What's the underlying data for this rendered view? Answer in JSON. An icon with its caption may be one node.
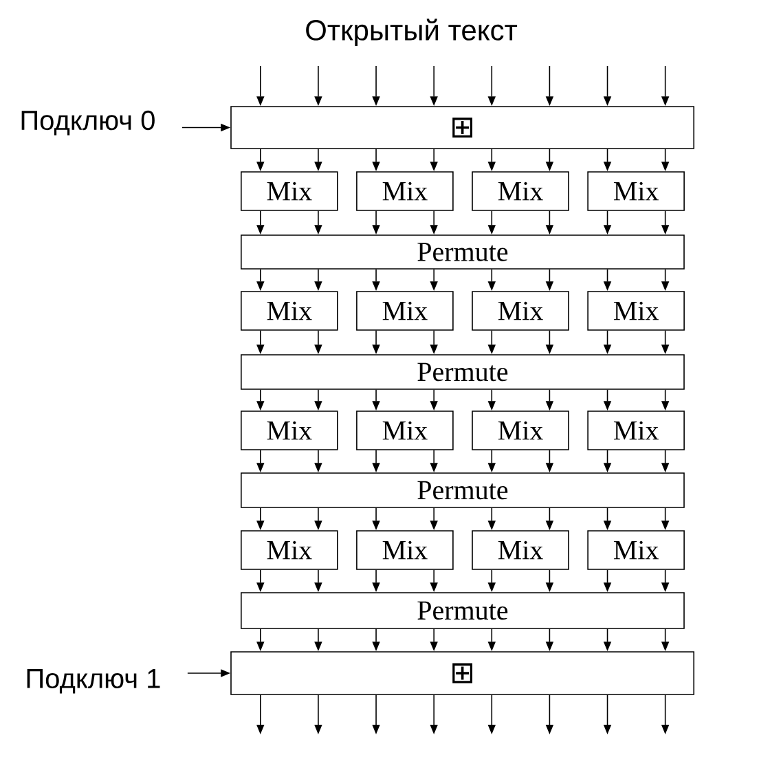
{
  "diagram": {
    "title": "Открытый текст",
    "nodes": [
      {
        "text": [
          "Подключ 0"
        ]
      },
      {
        "text": [
          "⊞"
        ]
      },
      {
        "text": [
          "Mix"
        ]
      },
      {
        "text": [
          "Mix"
        ]
      },
      {
        "text": [
          "Mix"
        ]
      },
      {
        "text": [
          "Mix"
        ]
      },
      {
        "text": [
          "Permute"
        ]
      },
      {
        "text": [
          "Mix"
        ]
      },
      {
        "text": [
          "Mix"
        ]
      },
      {
        "text": [
          "Mix"
        ]
      },
      {
        "text": [
          "Mix"
        ]
      },
      {
        "text": [
          "Permute"
        ]
      },
      {
        "text": [
          "Mix"
        ]
      },
      {
        "text": [
          "Mix"
        ]
      },
      {
        "text": [
          "Mix"
        ]
      },
      {
        "text": [
          "Mix"
        ]
      },
      {
        "text": [
          "Permute"
        ]
      },
      {
        "text": [
          "Mix"
        ]
      },
      {
        "text": [
          "Mix"
        ]
      },
      {
        "text": [
          "Mix"
        ]
      },
      {
        "text": [
          "Mix"
        ]
      },
      {
        "text": [
          "Permute"
        ]
      },
      {
        "text": [
          "Подключ 1"
        ]
      },
      {
        "text": [
          "⊞"
        ]
      }
    ],
    "edges": [
      {
        "from": null,
        "to": 1,
        "arrow": "to"
      },
      {
        "from": null,
        "to": 1,
        "arrow": "to"
      },
      {
        "from": null,
        "to": 1,
        "arrow": "to"
      },
      {
        "from": null,
        "to": 1,
        "arrow": "to"
      },
      {
        "from": null,
        "to": 1,
        "arrow": "to"
      },
      {
        "from": null,
        "to": 1,
        "arrow": "to"
      },
      {
        "from": null,
        "to": 1,
        "arrow": "to"
      },
      {
        "from": null,
        "to": 1,
        "arrow": "to"
      },
      {
        "from": 0,
        "to": 1,
        "arrow": "to"
      },
      {
        "from": 1,
        "to": 2,
        "arrow": "to"
      },
      {
        "from": 1,
        "to": 2,
        "arrow": "to"
      },
      {
        "from": 1,
        "to": 3,
        "arrow": "to"
      },
      {
        "from": 1,
        "to": 3,
        "arrow": "to"
      },
      {
        "from": 1,
        "to": 4,
        "arrow": "to"
      },
      {
        "from": 1,
        "to": 4,
        "arrow": "to"
      },
      {
        "from": 1,
        "to": 5,
        "arrow": "to"
      },
      {
        "from": 1,
        "to": 5,
        "arrow": "to"
      },
      {
        "from": 2,
        "to": 6,
        "arrow": "to"
      },
      {
        "from": 2,
        "to": 6,
        "arrow": "to"
      },
      {
        "from": 3,
        "to": 6,
        "arrow": "to"
      },
      {
        "from": 3,
        "to": 6,
        "arrow": "to"
      },
      {
        "from": 4,
        "to": 6,
        "arrow": "to"
      },
      {
        "from": 4,
        "to": 6,
        "arrow": "to"
      },
      {
        "from": 5,
        "to": 6,
        "arrow": "to"
      },
      {
        "from": 5,
        "to": 6,
        "arrow": "to"
      },
      {
        "from": 6,
        "to": 7,
        "arrow": "to"
      },
      {
        "from": 6,
        "to": 7,
        "arrow": "to"
      },
      {
        "from": 6,
        "to": 8,
        "arrow": "to"
      },
      {
        "from": 6,
        "to": 8,
        "arrow": "to"
      },
      {
        "from": 6,
        "to": 9,
        "arrow": "to"
      },
      {
        "from": 6,
        "to": 9,
        "arrow": "to"
      },
      {
        "from": 6,
        "to": 10,
        "arrow": "to"
      },
      {
        "from": 6,
        "to": 10,
        "arrow": "to"
      },
      {
        "from": 7,
        "to": 11,
        "arrow": "to"
      },
      {
        "from": 7,
        "to": 11,
        "arrow": "to"
      },
      {
        "from": 8,
        "to": 11,
        "arrow": "to"
      },
      {
        "from": 8,
        "to": 11,
        "arrow": "to"
      },
      {
        "from": 9,
        "to": 11,
        "arrow": "to"
      },
      {
        "from": 9,
        "to": 11,
        "arrow": "to"
      },
      {
        "from": 10,
        "to": 11,
        "arrow": "to"
      },
      {
        "from": 10,
        "to": 11,
        "arrow": "to"
      },
      {
        "from": 11,
        "to": 12,
        "arrow": "to"
      },
      {
        "from": 11,
        "to": 12,
        "arrow": "to"
      },
      {
        "from": 11,
        "to": 13,
        "arrow": "to"
      },
      {
        "from": 11,
        "to": 13,
        "arrow": "to"
      },
      {
        "from": 11,
        "to": 14,
        "arrow": "to"
      },
      {
        "from": 11,
        "to": 14,
        "arrow": "to"
      },
      {
        "from": 11,
        "to": 15,
        "arrow": "to"
      },
      {
        "from": 11,
        "to": 15,
        "arrow": "to"
      },
      {
        "from": 12,
        "to": 16,
        "arrow": "to"
      },
      {
        "from": 12,
        "to": 16,
        "arrow": "to"
      },
      {
        "from": 13,
        "to": 16,
        "arrow": "to"
      },
      {
        "from": 13,
        "to": 16,
        "arrow": "to"
      },
      {
        "from": 14,
        "to": 16,
        "arrow": "to"
      },
      {
        "from": 14,
        "to": 16,
        "arrow": "to"
      },
      {
        "from": 15,
        "to": 16,
        "arrow": "to"
      },
      {
        "from": 15,
        "to": 16,
        "arrow": "to"
      },
      {
        "from": 16,
        "to": 17,
        "arrow": "to"
      },
      {
        "from": 16,
        "to": 17,
        "arrow": "to"
      },
      {
        "from": 16,
        "to": 18,
        "arrow": "to"
      },
      {
        "from": 16,
        "to": 18,
        "arrow": "to"
      },
      {
        "from": 16,
        "to": 19,
        "arrow": "to"
      },
      {
        "from": 16,
        "to": 19,
        "arrow": "to"
      },
      {
        "from": 16,
        "to": 20,
        "arrow": "to"
      },
      {
        "from": 16,
        "to": 20,
        "arrow": "to"
      },
      {
        "from": 17,
        "to": 21,
        "arrow": "to"
      },
      {
        "from": 17,
        "to": 21,
        "arrow": "to"
      },
      {
        "from": 18,
        "to": 21,
        "arrow": "to"
      },
      {
        "from": 18,
        "to": 21,
        "arrow": "to"
      },
      {
        "from": 19,
        "to": 21,
        "arrow": "to"
      },
      {
        "from": 19,
        "to": 21,
        "arrow": "to"
      },
      {
        "from": 20,
        "to": 21,
        "arrow": "to"
      },
      {
        "from": 20,
        "to": 21,
        "arrow": "to"
      },
      {
        "from": 21,
        "to": 23,
        "arrow": "to"
      },
      {
        "from": 21,
        "to": 23,
        "arrow": "to"
      },
      {
        "from": 21,
        "to": 23,
        "arrow": "to"
      },
      {
        "from": 21,
        "to": 23,
        "arrow": "to"
      },
      {
        "from": 21,
        "to": 23,
        "arrow": "to"
      },
      {
        "from": 21,
        "to": 23,
        "arrow": "to"
      },
      {
        "from": 21,
        "to": 23,
        "arrow": "to"
      },
      {
        "from": 21,
        "to": 23,
        "arrow": "to"
      },
      {
        "from": 22,
        "to": 23,
        "arrow": "to"
      },
      {
        "from": 23,
        "to": null,
        "arrow": "to"
      },
      {
        "from": 23,
        "to": null,
        "arrow": "to"
      },
      {
        "from": 23,
        "to": null,
        "arrow": "to"
      },
      {
        "from": 23,
        "to": null,
        "arrow": "to"
      },
      {
        "from": 23,
        "to": null,
        "arrow": "to"
      },
      {
        "from": 23,
        "to": null,
        "arrow": "to"
      },
      {
        "from": 23,
        "to": null,
        "arrow": "to"
      },
      {
        "from": 23,
        "to": null,
        "arrow": "to"
      }
    ]
  }
}
